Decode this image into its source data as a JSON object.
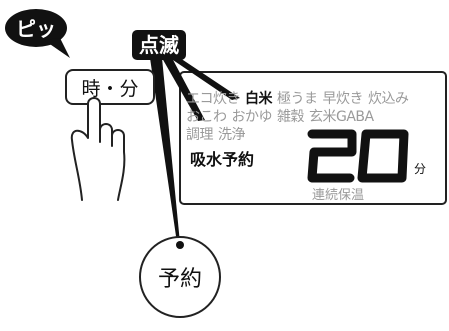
{
  "callouts": {
    "beep": "ピッ",
    "blink": "点滅"
  },
  "buttons": {
    "time_min": "時・分",
    "reserve": "予約"
  },
  "lcd": {
    "menu_row1": [
      {
        "label": "エコ炊き",
        "active": false
      },
      {
        "label": "白米",
        "active": true
      },
      {
        "label": "極うま",
        "active": false
      },
      {
        "label": "早炊き",
        "active": false
      },
      {
        "label": "炊込み",
        "active": false
      }
    ],
    "menu_row2": [
      "おこわ",
      "おかゆ",
      "雑穀",
      "玄米GABA"
    ],
    "menu_row3": [
      "調理",
      "洗浄"
    ],
    "soak_reserve": "吸水予約",
    "digits": "20",
    "unit": "分",
    "keep_warm": "連続保温"
  }
}
